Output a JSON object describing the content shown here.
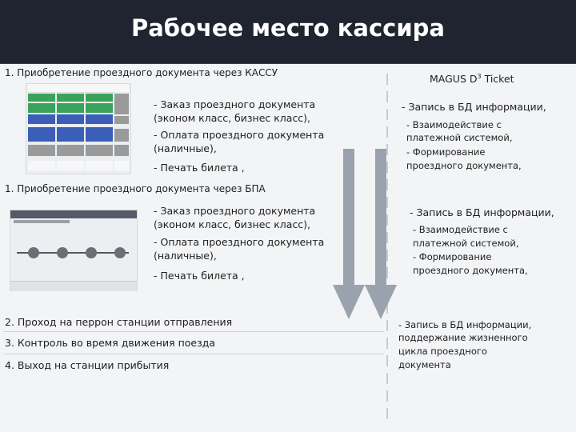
{
  "header": {
    "title": "Рабочее место кассира"
  },
  "section1": {
    "title": "1. Приобретение проездного документа через КАССУ",
    "steps": [
      "- Заказ проездного документа",
      "(эконом класс, бизнес класс),",
      "- Оплата проездного документа",
      "(наличные),",
      "- Печать билета ,"
    ]
  },
  "right_header": {
    "label": "MAGUS D",
    "sup": "3",
    "suffix": " Ticket"
  },
  "right1": {
    "lines": [
      "- Запись в БД информации,",
      "- Взаимодействие с",
      "платежной системой,",
      "- Формирование",
      "проездного документа,"
    ]
  },
  "section2": {
    "title": "1. Приобретение проездного документа через БПА",
    "steps": [
      "- Заказ проездного документа",
      "(эконом класс, бизнес класс),",
      "- Оплата проездного документа",
      "(наличные),",
      "- Печать билета ,"
    ]
  },
  "right2": {
    "lines": [
      "- Запись в БД информации,",
      "- Взаимодействие с",
      "платежной системой,",
      "- Формирование",
      "проездного документа,"
    ]
  },
  "steps_bottom": [
    "2. Проход на перрон станции отправления",
    "3. Контроль во время движения поезда",
    "4. Выход на станции прибытия"
  ],
  "right3": {
    "lines": [
      "- Запись в БД информации,",
      "поддержание жизненного",
      "цикла проездного",
      "документа"
    ]
  },
  "colors": {
    "header_bg": "#1f2430",
    "arrow": "#9aa3ad",
    "thumb_green": "#3aa35a",
    "thumb_blue": "#3b5fb8",
    "thumb_gray": "#9a9a9a"
  }
}
